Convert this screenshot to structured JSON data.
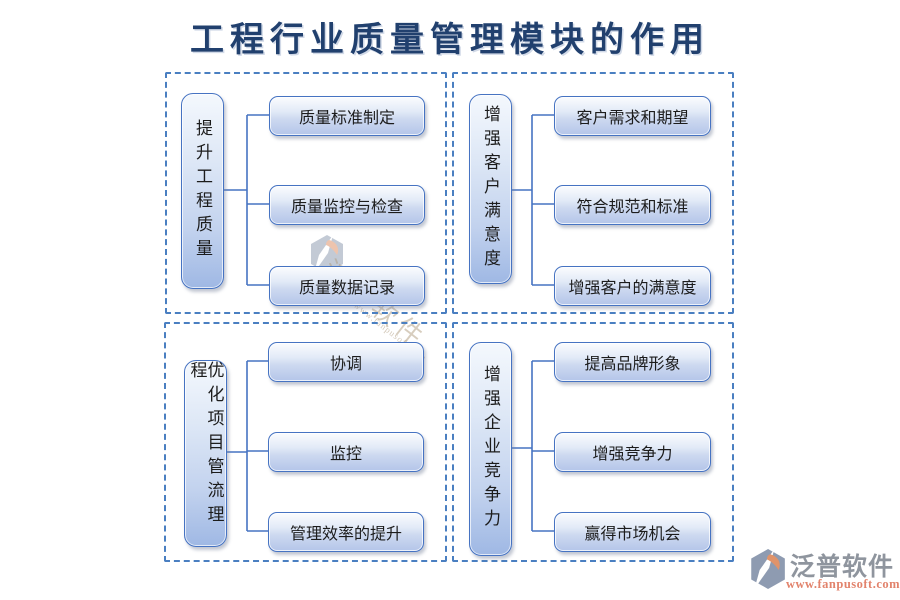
{
  "title": "工程行业质量管理模块的作用",
  "panels": [
    {
      "id": "improve-engineering-quality",
      "vertical_label": "提升工程质量",
      "items": [
        "质量标准制定",
        "质量监控与检查",
        "质量数据记录"
      ]
    },
    {
      "id": "enhance-customer-satisfaction",
      "vertical_label": "增强客户满意度",
      "items": [
        "客户需求和期望",
        "符合规范和标准",
        "增强客户的满意度"
      ]
    },
    {
      "id": "optimize-project-process",
      "vertical_label": "优化项目管流理程",
      "items": [
        "协调",
        "监控",
        "管理效率的提升"
      ]
    },
    {
      "id": "enhance-enterprise-competitiveness",
      "vertical_label": "增强企业竞争力",
      "items": [
        "提高品牌形象",
        "增强竞争力",
        "赢得市场机会"
      ]
    }
  ],
  "watermark": {
    "text": "泛普软件",
    "subtext": "www.fanpusoft.com"
  },
  "logo": {
    "name": "泛普软件",
    "url": "www.fanpusoft.com"
  },
  "colors": {
    "accent_border": "#4673c2",
    "dashed_border": "#4a7fc1",
    "title_text": "#21406e",
    "box_fill_bottom": "#b4c5e9",
    "logo_gray": "#8f959e",
    "logo_orange": "#e2836c"
  }
}
